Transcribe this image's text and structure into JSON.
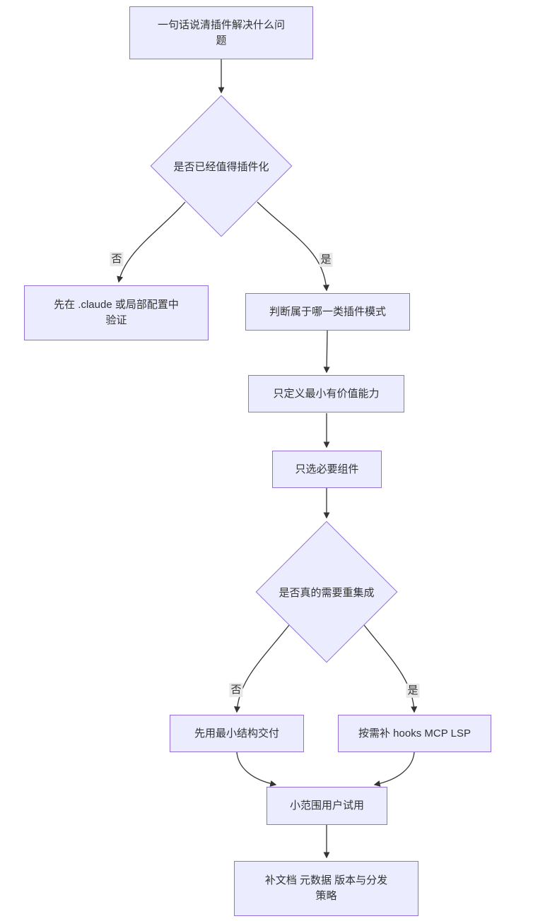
{
  "diagram": {
    "type": "flowchart",
    "direction": "top-down",
    "colors": {
      "background": "#ffffff",
      "node_fill": "#ECECFF",
      "node_border": "#9370DB",
      "edge_line": "#333333",
      "edge_label_background": "#e8e8e8",
      "text": "#333333"
    },
    "nodes": {
      "start": "一句话说清插件解决什么问\n题",
      "worth": "是否已经值得插件化",
      "validate": "先在 .claude 或局部配置中\n验证",
      "pattern": "判断属于哪一类插件模式",
      "capability": "只定义最小有价值能力",
      "components": "只选必要组件",
      "integration": "是否真的需要重集成",
      "deliver": "先用最小结构交付",
      "hooks": "按需补 hooks MCP LSP",
      "trial": "小范围用户试用",
      "docs": "补文档 元数据 版本与分发\n策略"
    },
    "edge_labels": {
      "no1": "否",
      "yes1": "是",
      "no2": "否",
      "yes2": "是"
    }
  }
}
